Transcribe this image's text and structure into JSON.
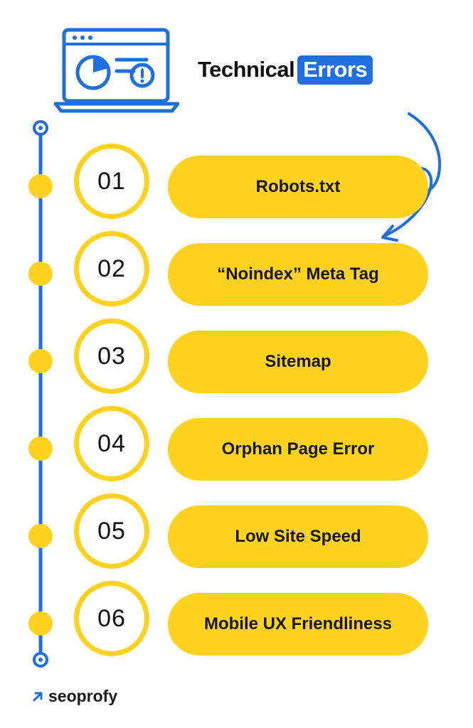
{
  "header": {
    "title_main": "Technical",
    "title_highlight": "Errors"
  },
  "steps": [
    {
      "number": "01",
      "label": "Robots.txt"
    },
    {
      "number": "02",
      "label": "“Noindex” Meta Tag"
    },
    {
      "number": "03",
      "label": "Sitemap"
    },
    {
      "number": "04",
      "label": "Orphan Page Error"
    },
    {
      "number": "05",
      "label": "Low Site Speed"
    },
    {
      "number": "06",
      "label": "Mobile UX Friendliness"
    }
  ],
  "brand": {
    "name": "seoprofy"
  },
  "colors": {
    "accent_yellow": "#ffd21f",
    "accent_blue": "#1f6fe0",
    "text": "#111111"
  },
  "icons": {
    "header": "laptop-chart-alert-icon",
    "connector": "curved-arrow-icon",
    "brand": "arrow-up-right-icon"
  }
}
